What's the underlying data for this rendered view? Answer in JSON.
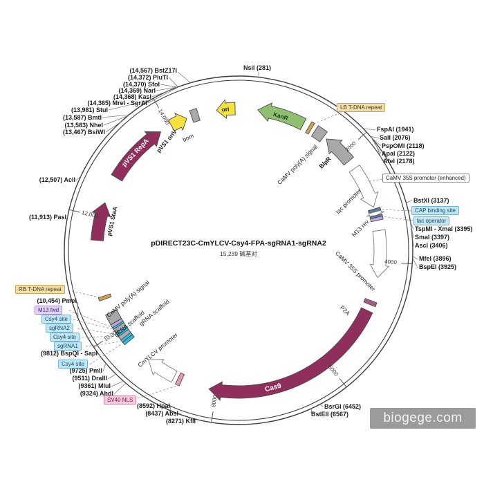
{
  "title": {
    "name": "pDIRECT23C-CmYLCV-Csy4-FPA-sgRNA1-sgRNA2",
    "size": "15,239 碱基对"
  },
  "watermark": {
    "text": "biogege.com"
  },
  "map": {
    "length_bp": 15239,
    "ticks": [
      {
        "bp": 2000,
        "label": "2000"
      },
      {
        "bp": 4000,
        "label": "4000"
      },
      {
        "bp": 6000,
        "label": "6000"
      },
      {
        "bp": 8000,
        "label": "8000"
      },
      {
        "bp": 10000,
        "label": "10,000"
      },
      {
        "bp": 12000,
        "label": "12,000"
      },
      {
        "bp": 14000,
        "label": "14,000"
      }
    ],
    "features": [
      {
        "id": "ori",
        "label": "ori",
        "start": 14860,
        "end": 15180,
        "color": "#F6E23C",
        "tip": "ccw"
      },
      {
        "id": "kanr",
        "label": "KanR",
        "start": 330,
        "end": 1150,
        "color": "#8FBF6F",
        "tip": "ccw"
      },
      {
        "id": "lb-tdna-repeat",
        "label": "LB T-DNA repeat",
        "start": 1255,
        "end": 1310,
        "color": "#D2A24C",
        "tip": null
      },
      {
        "id": "camv-polya-right",
        "label": "CaMV poly(A) signal",
        "start": 1380,
        "end": 1560,
        "color": "#A9A9A9",
        "tip": null
      },
      {
        "id": "blpr",
        "label": "BlpR",
        "start": 1620,
        "end": 2160,
        "color": "#A8A8A8",
        "tip": "ccw"
      },
      {
        "id": "camv-35s-enhanced",
        "label": "CaMV 35S promoter (enhanced)",
        "start": 2320,
        "end": 3060,
        "color": "#FFFFFF",
        "tip": "cw"
      },
      {
        "id": "cap-binding-site",
        "label": "CAP binding site",
        "start": 3100,
        "end": 3135,
        "color": "#5C7E9E",
        "tip": null
      },
      {
        "id": "lac-promoter",
        "label": "lac promoter",
        "start": 3145,
        "end": 3210,
        "color": "#FFFFFF",
        "tip": "cw"
      },
      {
        "id": "lac-operator",
        "label": "lac operator",
        "start": 3220,
        "end": 3250,
        "color": "#5C7E9E",
        "tip": null
      },
      {
        "id": "m13-rev",
        "label": "M13 rev",
        "start": 3258,
        "end": 3282,
        "color": "#C0A8E0",
        "tip": null
      },
      {
        "id": "camv-35s",
        "label": "CaMV 35S promoter",
        "start": 3470,
        "end": 4280,
        "color": "#FFFFFF",
        "tip": "cw"
      },
      {
        "id": "p2a",
        "label": "P2A",
        "start": 4690,
        "end": 4760,
        "color": "#A95C84",
        "tip": null
      },
      {
        "id": "cas9",
        "label": "Cas9",
        "start": 4870,
        "end": 8130,
        "color": "#902F5E",
        "tip": "cw"
      },
      {
        "id": "sv40-nls",
        "label": "SV40 NLS",
        "start": 8620,
        "end": 8690,
        "color": "#E898B8",
        "tip": null
      },
      {
        "id": "cmylcv-promoter",
        "label": "CmYLCV promoter",
        "start": 8760,
        "end": 9290,
        "color": "#FFFFFF",
        "tip": "cw"
      },
      {
        "id": "csy4-site-1",
        "label": "Csy4 site",
        "start": 9760,
        "end": 9790,
        "color": "#2FBFE8",
        "tip": null
      },
      {
        "id": "sgrna1",
        "label": "sgRNA1",
        "start": 9815,
        "end": 9845,
        "color": "#2FBFE8",
        "tip": null
      },
      {
        "id": "grna-scaffold-1",
        "label": "gRNA scaffold",
        "start": 9850,
        "end": 9925,
        "color": "#ABABAB",
        "tip": null
      },
      {
        "id": "csy4-site-2",
        "label": "Csy4 site",
        "start": 9930,
        "end": 9958,
        "color": "#2FBFE8",
        "tip": null
      },
      {
        "id": "sgrna2",
        "label": "sgRNA2",
        "start": 9962,
        "end": 9990,
        "color": "#2FBFE8",
        "tip": null
      },
      {
        "id": "grna-scaffold-2",
        "label": "gRNA scaffold",
        "start": 9995,
        "end": 10070,
        "color": "#ABABAB",
        "tip": null
      },
      {
        "id": "csy4-site-3",
        "label": "Csy4 site",
        "start": 10075,
        "end": 10103,
        "color": "#2FBFE8",
        "tip": null
      },
      {
        "id": "m13-fwd",
        "label": "M13 fwd",
        "start": 10110,
        "end": 10132,
        "color": "#C0A8E0",
        "tip": null
      },
      {
        "id": "camv-polya-left",
        "label": "CaMV poly(A) signal",
        "start": 10150,
        "end": 10330,
        "color": "#A9A9A9",
        "tip": null
      },
      {
        "id": "rb-tdna-repeat",
        "label": "RB T-DNA repeat",
        "start": 10580,
        "end": 10635,
        "color": "#D2A24C",
        "tip": null
      },
      {
        "id": "pvs1-staa",
        "label": "pVS1 StaA",
        "start": 11600,
        "end": 12260,
        "color": "#902F5E",
        "tip": "cw"
      },
      {
        "id": "pvs1-repa",
        "label": "pVS1 RepA",
        "start": 12730,
        "end": 13830,
        "color": "#902F5E",
        "tip": "cw"
      },
      {
        "id": "pvs1-oriv",
        "label": "pVS1 oriV",
        "start": 14040,
        "end": 14330,
        "color": "#F6E23C",
        "tip": "cw"
      },
      {
        "id": "bom",
        "label": "bom",
        "start": 14420,
        "end": 14540,
        "color": "#A9A9A9",
        "tip": null
      }
    ]
  },
  "enzymes": {
    "nsi": "NsiI (281)",
    "fspa": "FspAI (1941)",
    "sal": "SalI (2076)",
    "pspom": "PspOMI (2118)",
    "apa": "ApaI (2122)",
    "afe": "AfeI (2178)",
    "bstx": "BstXI (3137)",
    "tspmi": "TspMI - XmaI (3395)",
    "sma": "SmaI (3397)",
    "asc": "AscI (3406)",
    "mfe": "MfeI (3896)",
    "bspe": "BspEI (3925)",
    "bsrg": "BsrGI (6452)",
    "bste": "BstEII (6567)",
    "kfl": "(8271) KflI",
    "abs": "(8437) AbsI",
    "hpa": "(8592) HpaI",
    "ahd": "(9324) AhdI",
    "mlu": "(9361) MluI",
    "dra": "(9511) DraIII",
    "pml": "(9725) PmlI",
    "bspq": "(9812) BspQI - SapI",
    "pme": "(10,454) PmeI",
    "pas": "(11,913) PasI",
    "acl": "(12,507) AclI",
    "bsiw": "(13,467) BsiWI",
    "nhe": "(13,583) NheI",
    "bmt": "(13,587) BmtI",
    "stu": "(13,981) StuI",
    "mre": "(14,365) MreI - SgrAI",
    "kas": "(14,368) KasI",
    "nar": "(14,369) NarI",
    "sfo": "(14,370) SfoI",
    "plut": "(14,372) PluTI",
    "bstz": "(14,567) BstZ17I"
  }
}
